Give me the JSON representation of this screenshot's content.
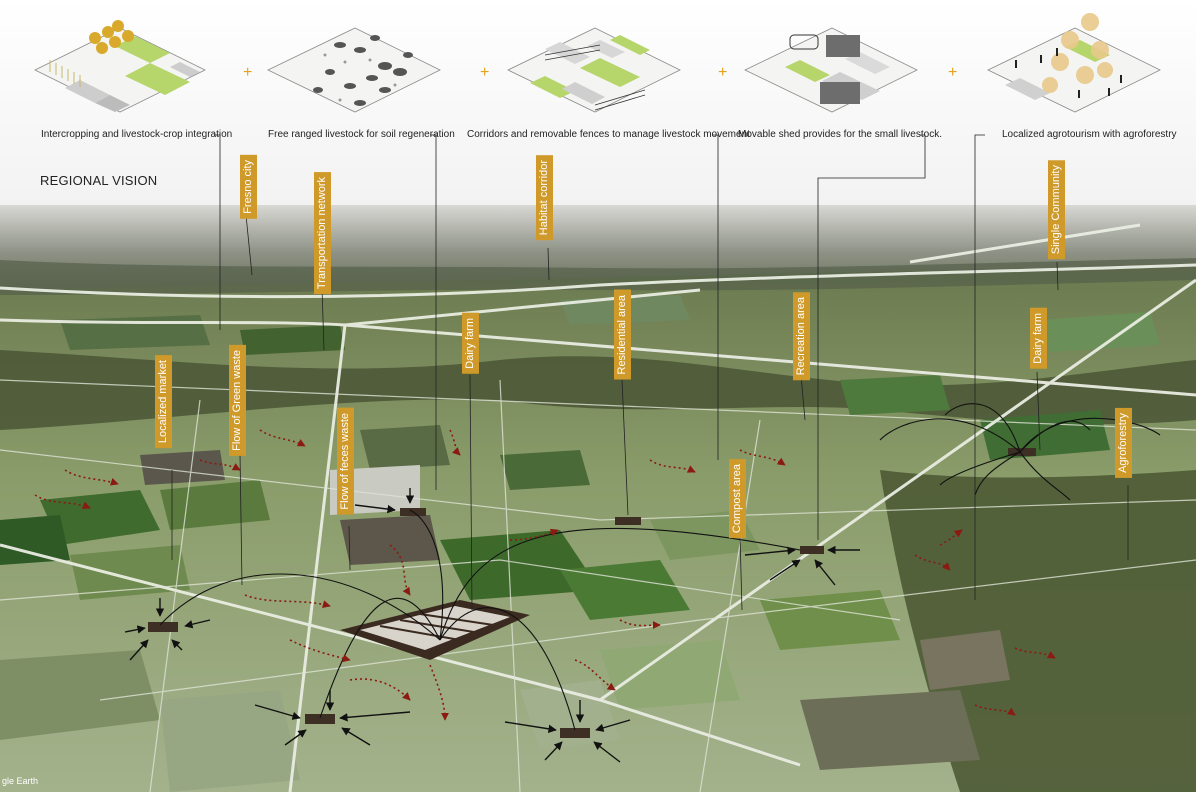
{
  "title": "REGIONAL VISION",
  "captions": [
    "Intercropping and livestock-crop integration",
    "Free ranged livestock for soil regeneration",
    "Corridors and removable fences to manage livestock movement",
    "Movable shed provides for the small livestock.",
    "Localized agrotourism with agroforestry"
  ],
  "plus_sign": "+",
  "labels": {
    "fresno_city": "Fresno city",
    "transportation_network": "Transportation network",
    "habitat_corridor": "Habitat corridor",
    "single_community": "Single Community",
    "residential_area": "Residential area",
    "recreation_area": "Recreation area",
    "dairy_farm_1": "Dairy farm",
    "dairy_farm_2": "Dairy farm",
    "localized_market": "Localized market",
    "flow_green_waste": "Flow of Green waste",
    "flow_feces_waste": "Flow of feces waste",
    "compost_area": "Compost area",
    "agroforestry": "Agroforestry"
  },
  "credit": "gle Earth",
  "colors": {
    "label_bg": "#cf9a2a",
    "plus": "#e6a21e",
    "green_accent": "#b6d56a",
    "flow_arrow": "#8b1a12"
  }
}
